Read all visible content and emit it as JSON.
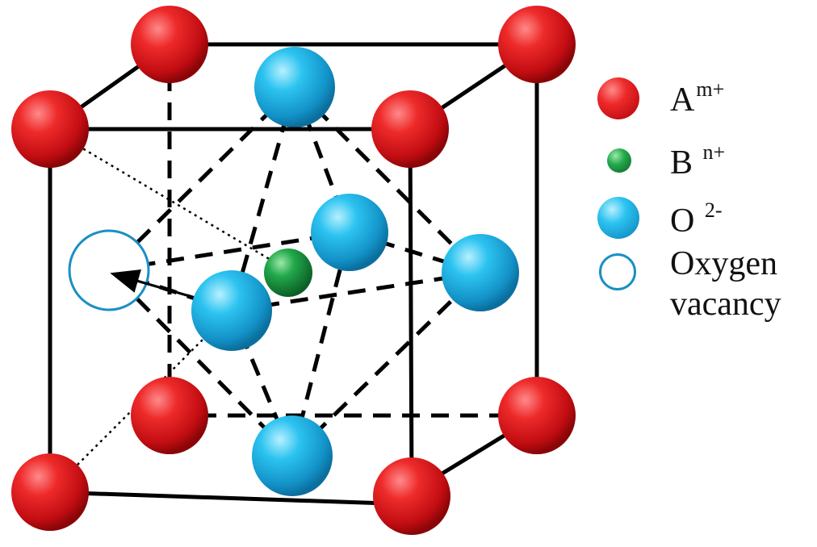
{
  "legend": {
    "items": [
      {
        "symbol": "A",
        "superscript": "m+",
        "color": "#e3141b",
        "kind": "A-cation"
      },
      {
        "symbol": "B",
        "superscript": "n+",
        "color": "#1fa24a",
        "kind": "B-cation"
      },
      {
        "symbol": "O",
        "superscript": "2-",
        "color": "#1fb6e6",
        "kind": "oxygen-anion"
      }
    ],
    "vacancy": {
      "line1": "Oxygen",
      "line2": "vacancy",
      "color": "#1a8fc4"
    }
  },
  "colors": {
    "a_cation": "#e3141b",
    "b_cation": "#1fa24a",
    "oxygen": "#1fb6e6",
    "vacancy_ring": "#1a8fc4",
    "edges": "#000000"
  }
}
